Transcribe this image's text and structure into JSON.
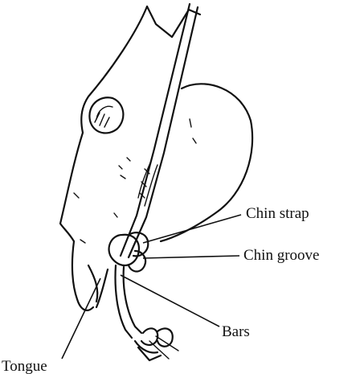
{
  "labels": {
    "chin_strap": "Chin strap",
    "chin_groove": "Chin groove",
    "bars": "Bars",
    "tongue": "Tongue"
  },
  "colors": {
    "ink": "#111111",
    "background": "#ffffff"
  }
}
